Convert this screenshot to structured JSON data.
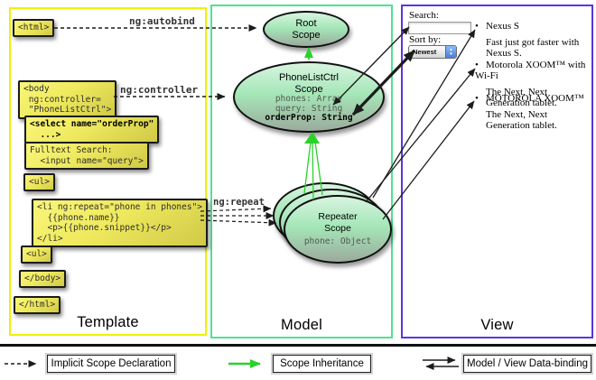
{
  "template": {
    "title": "Template",
    "boxes": {
      "html_open": "<html>",
      "body_open": "<body\n ng:controller=\n \"PhoneListCtrl\">",
      "select": "<select name=\"orderProp\"\n  ...>",
      "fulltext": "Fulltext Search:\n  <input name=\"query\">",
      "ul_open": "<ul>",
      "li_repeat": "<li ng:repeat=\"phone in phones\">\n  {{phone.name}}\n  <p>{{phone.snippet}}</p>\n</li>",
      "ul_close": "<ul>",
      "body_close": "</body>",
      "html_close": "</html>"
    }
  },
  "model": {
    "title": "Model",
    "root_scope": {
      "title": "Root\nScope"
    },
    "phonelistctrl_scope": {
      "title": "PhoneListCtrl\nScope",
      "prop_phones": "phones: Array",
      "prop_query": "query: String",
      "prop_orderprop": "orderProp: String"
    },
    "repeater_scope": {
      "title": "Repeater\nScope",
      "prop_phone": "phone: Object"
    }
  },
  "view": {
    "title": "View",
    "search_label": "Search:",
    "sort_label": "Sort by:",
    "sort_value": "Newest",
    "bullet": "•",
    "stepper_up": "▲",
    "stepper_down": "▼",
    "items": [
      {
        "name": "Nexus S",
        "snippet": "Fast just got faster with Nexus S."
      },
      {
        "name": "Motorola XOOM™ with Wi-Fi",
        "snippet": "The Next, Next Generation tablet."
      },
      {
        "name": "MOTOROLA XOOM™",
        "snippet": "The Next, Next Generation tablet."
      }
    ]
  },
  "annotations": {
    "ng_autobind": "ng:autobind",
    "ng_controller": "ng:controller",
    "ng_repeat": "ng:repeat"
  },
  "legend": {
    "implicit": "Implicit Scope Declaration",
    "inheritance": "Scope Inheritance",
    "databinding": "Model / View Data-binding"
  },
  "colors": {
    "template_border": "#f0f000",
    "model_border": "#4ee38f",
    "view_border": "#5b36e0",
    "code_box_yellow": "#efe95e",
    "scope_green_top": "#d8f4e0",
    "scope_green_bottom": "#9cab9d",
    "inheritance_green": "#2bd12b",
    "arrow_black": "#1c1c1c"
  }
}
